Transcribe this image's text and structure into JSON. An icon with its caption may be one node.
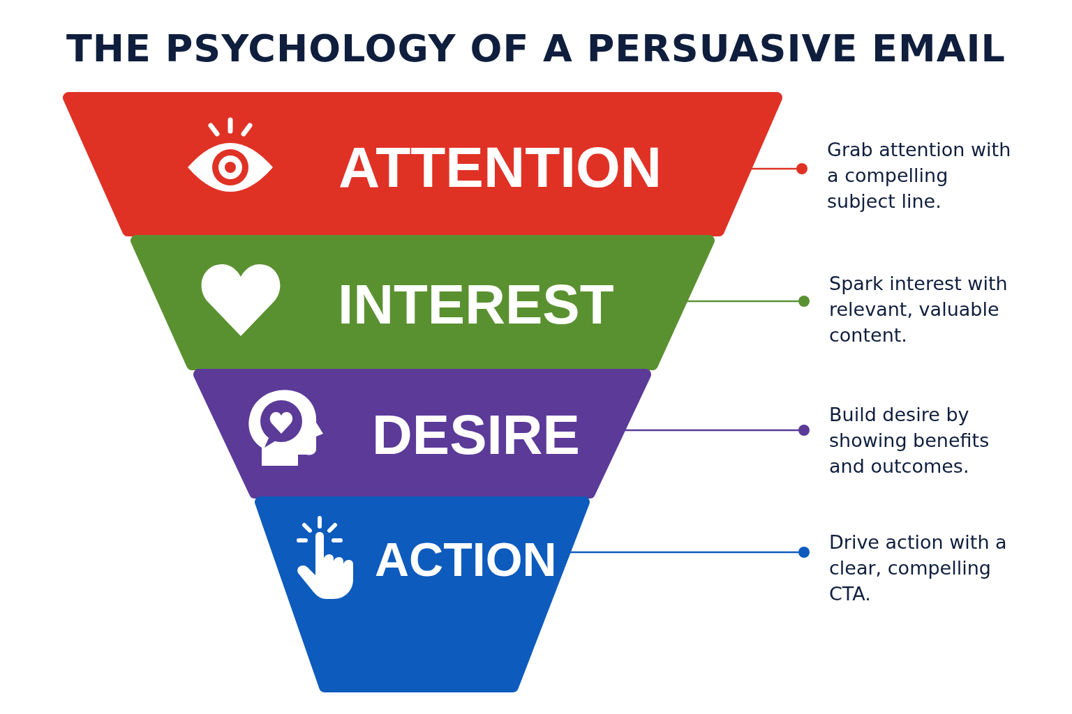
{
  "diagram": {
    "title": "THE PSYCHOLOGY OF A PERSUASIVE EMAIL",
    "nodes": [
      {
        "text": [
          "ATTENTION"
        ]
      },
      {
        "text": [
          "INTEREST"
        ]
      },
      {
        "text": [
          "DESIRE"
        ]
      },
      {
        "text": [
          "ACTION"
        ]
      },
      {
        "text": [
          "Grab attention with a compelling subject line."
        ]
      },
      {
        "text": [
          "Spark interest with relevant, valuable content."
        ]
      },
      {
        "text": [
          "Build desire by showing benefits and outcomes."
        ]
      },
      {
        "text": [
          "Drive action with a clear, compelling CTA."
        ]
      }
    ],
    "edges": [
      {
        "from": 0,
        "to": 4,
        "arrow": "other",
        "color": "#e03125"
      },
      {
        "from": 1,
        "to": 5,
        "arrow": "other",
        "color": "#5a9130"
      },
      {
        "from": 2,
        "to": 6,
        "arrow": "other",
        "color": "#5b3a98"
      },
      {
        "from": 3,
        "to": 7,
        "arrow": "other",
        "color": "#0d5bbd"
      }
    ]
  }
}
